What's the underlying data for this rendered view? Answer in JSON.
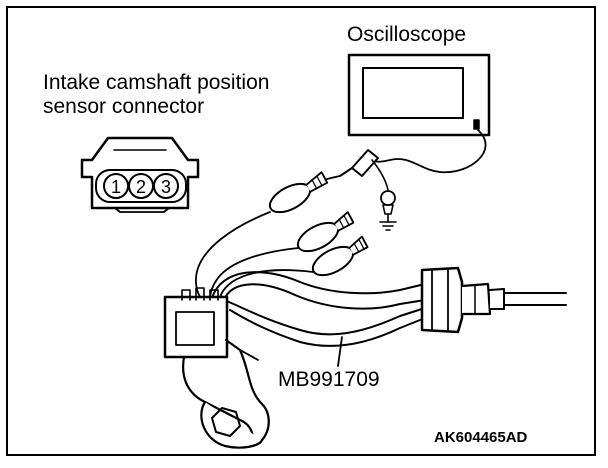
{
  "labels": {
    "oscilloscope": "Oscilloscope",
    "connector_line1": "Intake camshaft position",
    "connector_line2": "sensor connector",
    "tool": "MB991709",
    "figure_code": "AK604465AD"
  },
  "connector_pins": [
    "1",
    "2",
    "3"
  ],
  "colors": {
    "line": "#000000",
    "background": "#ffffff"
  }
}
